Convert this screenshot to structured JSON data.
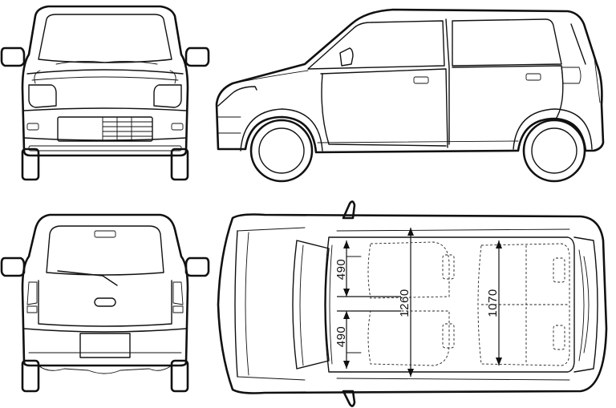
{
  "dimensions": {
    "front_seat_width_left": "490",
    "front_seat_width_right": "490",
    "interior_length": "1260",
    "rear_seat_length": "1070"
  },
  "colors": {
    "line": "#111111",
    "background": "#ffffff"
  }
}
